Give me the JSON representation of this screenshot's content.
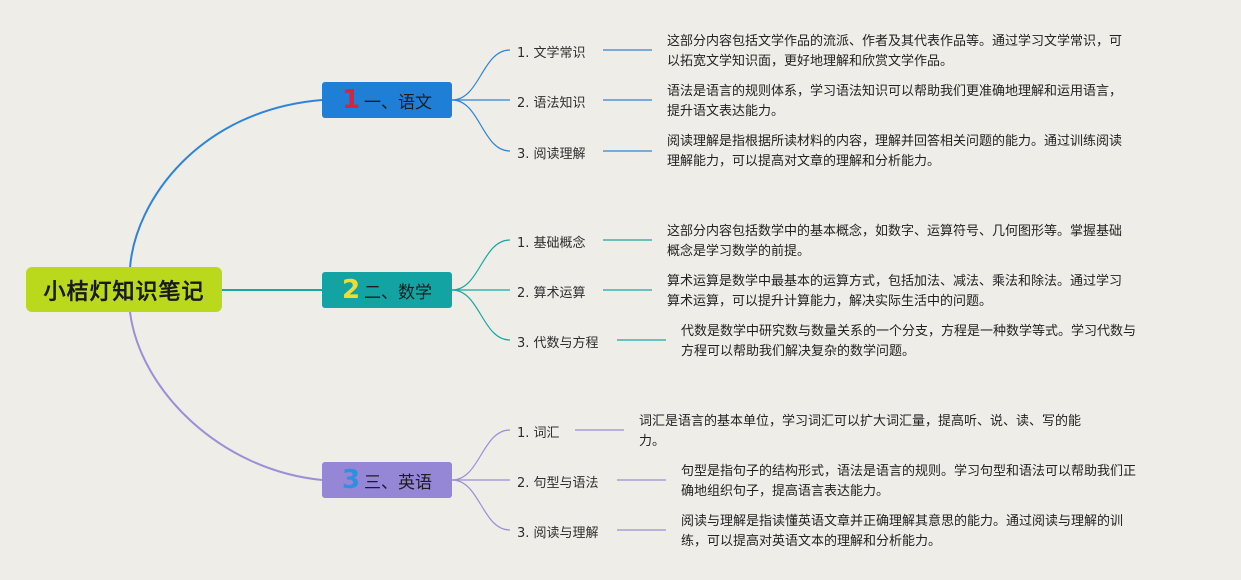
{
  "root": {
    "title": "小桔灯知识笔记"
  },
  "branches": [
    {
      "number": "1",
      "label": "一、语文",
      "color": "#1f7ed6",
      "number_color": "#e0203a",
      "line_color": "#2f84d8",
      "items": [
        {
          "label": "1. 文学常识",
          "desc_lines": [
            "这部分内容包括文学作品的流派、作者及其代表作品等。通过学习文学常识，可",
            "以拓宽文学知识面，更好地理解和欣赏文学作品。"
          ]
        },
        {
          "label": "2. 语法知识",
          "desc_lines": [
            "语法是语言的规则体系，学习语法知识可以帮助我们更准确地理解和运用语言，",
            "提升语文表达能力。"
          ]
        },
        {
          "label": "3. 阅读理解",
          "desc_lines": [
            "阅读理解是指根据所读材料的内容，理解并回答相关问题的能力。通过训练阅读",
            "理解能力，可以提高对文章的理解和分析能力。"
          ]
        }
      ]
    },
    {
      "number": "2",
      "label": "二、数学",
      "color": "#14a3a3",
      "number_color": "#f2dc2e",
      "line_color": "#1aa6a2",
      "items": [
        {
          "label": "1. 基础概念",
          "desc_lines": [
            "这部分内容包括数学中的基本概念，如数字、运算符号、几何图形等。掌握基础",
            "概念是学习数学的前提。"
          ]
        },
        {
          "label": "2. 算术运算",
          "desc_lines": [
            "算术运算是数学中最基本的运算方式，包括加法、减法、乘法和除法。通过学习",
            "算术运算，可以提升计算能力，解决实际生活中的问题。"
          ]
        },
        {
          "label": "3. 代数与方程",
          "desc_lines": [
            "代数是数学中研究数与数量关系的一个分支，方程是一种数学等式。学习代数与",
            "方程可以帮助我们解决复杂的数学问题。"
          ]
        }
      ]
    },
    {
      "number": "3",
      "label": "三、英语",
      "color": "#9586d6",
      "number_color": "#2f8fe0",
      "line_color": "#9b8fd6",
      "items": [
        {
          "label": "1. 词汇",
          "desc_lines": [
            "词汇是语言的基本单位，学习词汇可以扩大词汇量，提高听、说、读、写的能",
            "力。"
          ]
        },
        {
          "label": "2. 句型与语法",
          "desc_lines": [
            "句型是指句子的结构形式，语法是语言的规则。学习句型和语法可以帮助我们正",
            "确地组织句子，提高语言表达能力。"
          ]
        },
        {
          "label": "3. 阅读与理解",
          "desc_lines": [
            "阅读与理解是指读懂英语文章并正确理解其意思的能力。通过阅读与理解的训",
            "练，可以提高对英语文本的理解和分析能力。"
          ]
        }
      ]
    }
  ]
}
